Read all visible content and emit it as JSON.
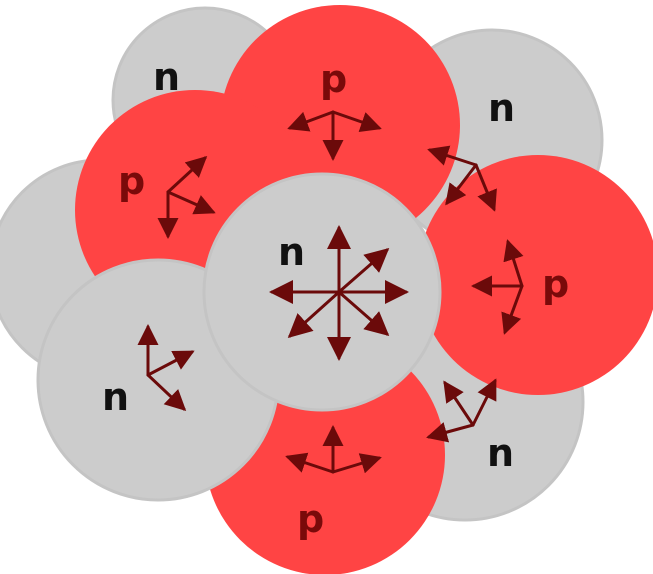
{
  "labels": {
    "neutron": "n",
    "proton": "p"
  },
  "colors": {
    "proton_fill": "#ff4444",
    "neutron_fill": "#cccccc",
    "neutron_edge": "#c4c4c4",
    "arrow": "#6b0a0a",
    "label_proton": "#7a0a0a",
    "label_neutron": "#111111"
  },
  "nucleons": [
    {
      "id": "n-top-left",
      "kind": "neutron"
    },
    {
      "id": "n-top-right",
      "kind": "neutron"
    },
    {
      "id": "n-far-left",
      "kind": "neutron"
    },
    {
      "id": "n-bottom-right",
      "kind": "neutron"
    },
    {
      "id": "p-top",
      "kind": "proton"
    },
    {
      "id": "p-upper-left",
      "kind": "proton"
    },
    {
      "id": "p-right",
      "kind": "proton"
    },
    {
      "id": "p-bottom",
      "kind": "proton"
    },
    {
      "id": "n-lower-left",
      "kind": "neutron"
    },
    {
      "id": "n-center",
      "kind": "neutron"
    }
  ]
}
